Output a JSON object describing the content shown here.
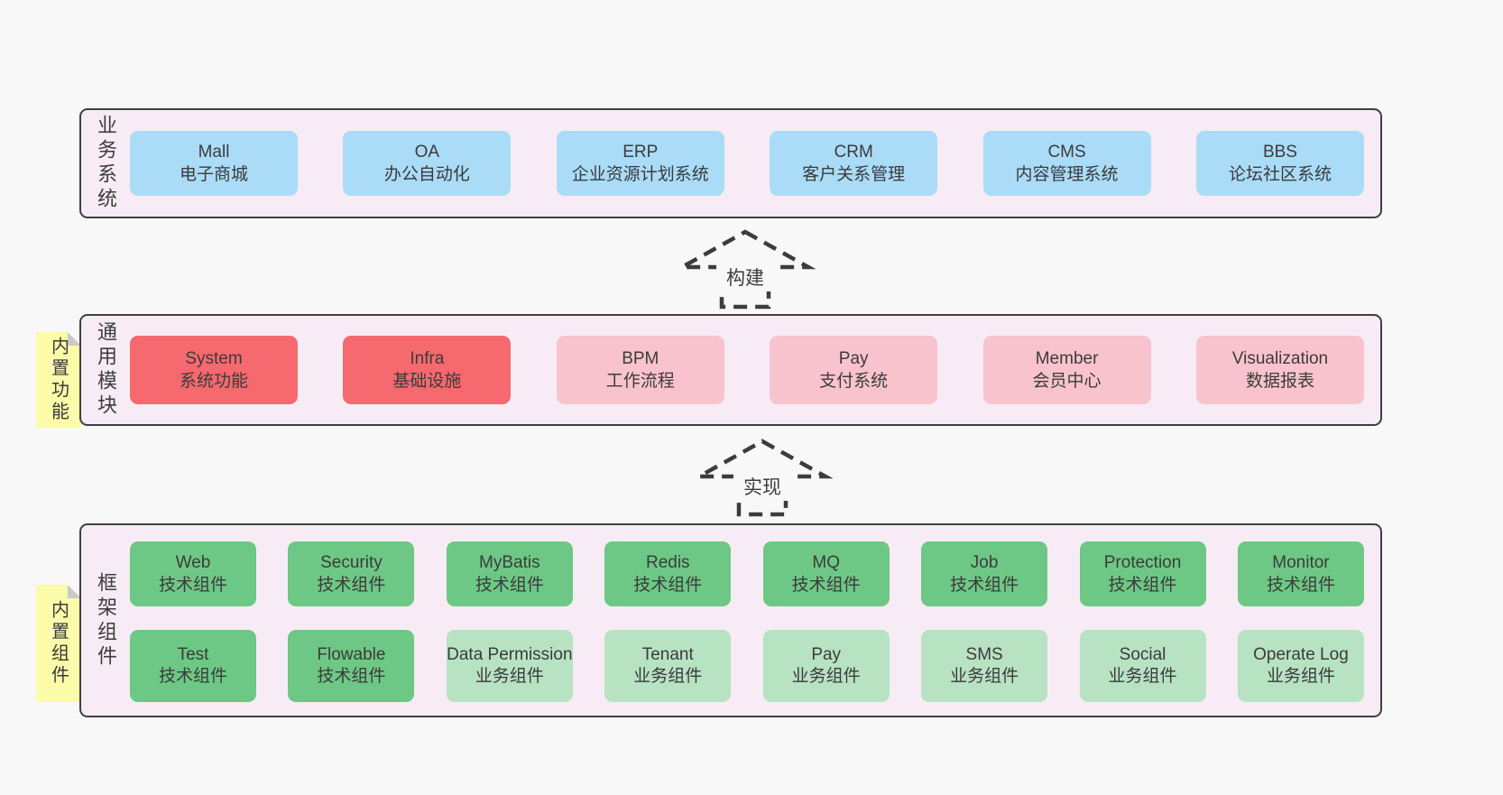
{
  "colors": {
    "page_bg": "#f8f8f8",
    "panel_bg": "#f7ecf5",
    "panel_border": "#3f3f3f",
    "business_box_blue": "#aadcf7",
    "core_module_red": "#f5696f",
    "optional_module_pink": "#f9c3ce",
    "tech_component_green": "#6ec885",
    "biz_component_light_green": "#b7e3c3",
    "sticky_yellow": "#fbfba9",
    "sticky_fold_gray": "#c9c9c9",
    "text": "#3d3d3d"
  },
  "layers": [
    {
      "label": "业务系统",
      "boxes": [
        {
          "name": "Mall",
          "desc": "电子商城"
        },
        {
          "name": "OA",
          "desc": "办公自动化"
        },
        {
          "name": "ERP",
          "desc": "企业资源计划系统"
        },
        {
          "name": "CRM",
          "desc": "客户关系管理"
        },
        {
          "name": "CMS",
          "desc": "内容管理系统"
        },
        {
          "name": "BBS",
          "desc": "论坛社区系统"
        }
      ]
    },
    {
      "label": "通用模块",
      "sticky": "内置功能",
      "boxes": [
        {
          "name": "System",
          "desc": "系统功能"
        },
        {
          "name": "Infra",
          "desc": "基础设施"
        },
        {
          "name": "BPM",
          "desc": "工作流程"
        },
        {
          "name": "Pay",
          "desc": "支付系统"
        },
        {
          "name": "Member",
          "desc": "会员中心"
        },
        {
          "name": "Visualization",
          "desc": "数据报表"
        }
      ]
    },
    {
      "label": "框架组件",
      "sticky": "内置组件",
      "rows": [
        [
          {
            "name": "Web",
            "desc": "技术组件"
          },
          {
            "name": "Security",
            "desc": "技术组件"
          },
          {
            "name": "MyBatis",
            "desc": "技术组件"
          },
          {
            "name": "Redis",
            "desc": "技术组件"
          },
          {
            "name": "MQ",
            "desc": "技术组件"
          },
          {
            "name": "Job",
            "desc": "技术组件"
          },
          {
            "name": "Protection",
            "desc": "技术组件"
          },
          {
            "name": "Monitor",
            "desc": "技术组件"
          }
        ],
        [
          {
            "name": "Test",
            "desc": "技术组件"
          },
          {
            "name": "Flowable",
            "desc": "技术组件"
          },
          {
            "name": "Data Permission",
            "desc": "业务组件"
          },
          {
            "name": "Tenant",
            "desc": "业务组件"
          },
          {
            "name": "Pay",
            "desc": "业务组件"
          },
          {
            "name": "SMS",
            "desc": "业务组件"
          },
          {
            "name": "Social",
            "desc": "业务组件"
          },
          {
            "name": "Operate Log",
            "desc": "业务组件"
          }
        ]
      ]
    }
  ],
  "arrows": [
    {
      "label": "构建"
    },
    {
      "label": "实现"
    }
  ]
}
